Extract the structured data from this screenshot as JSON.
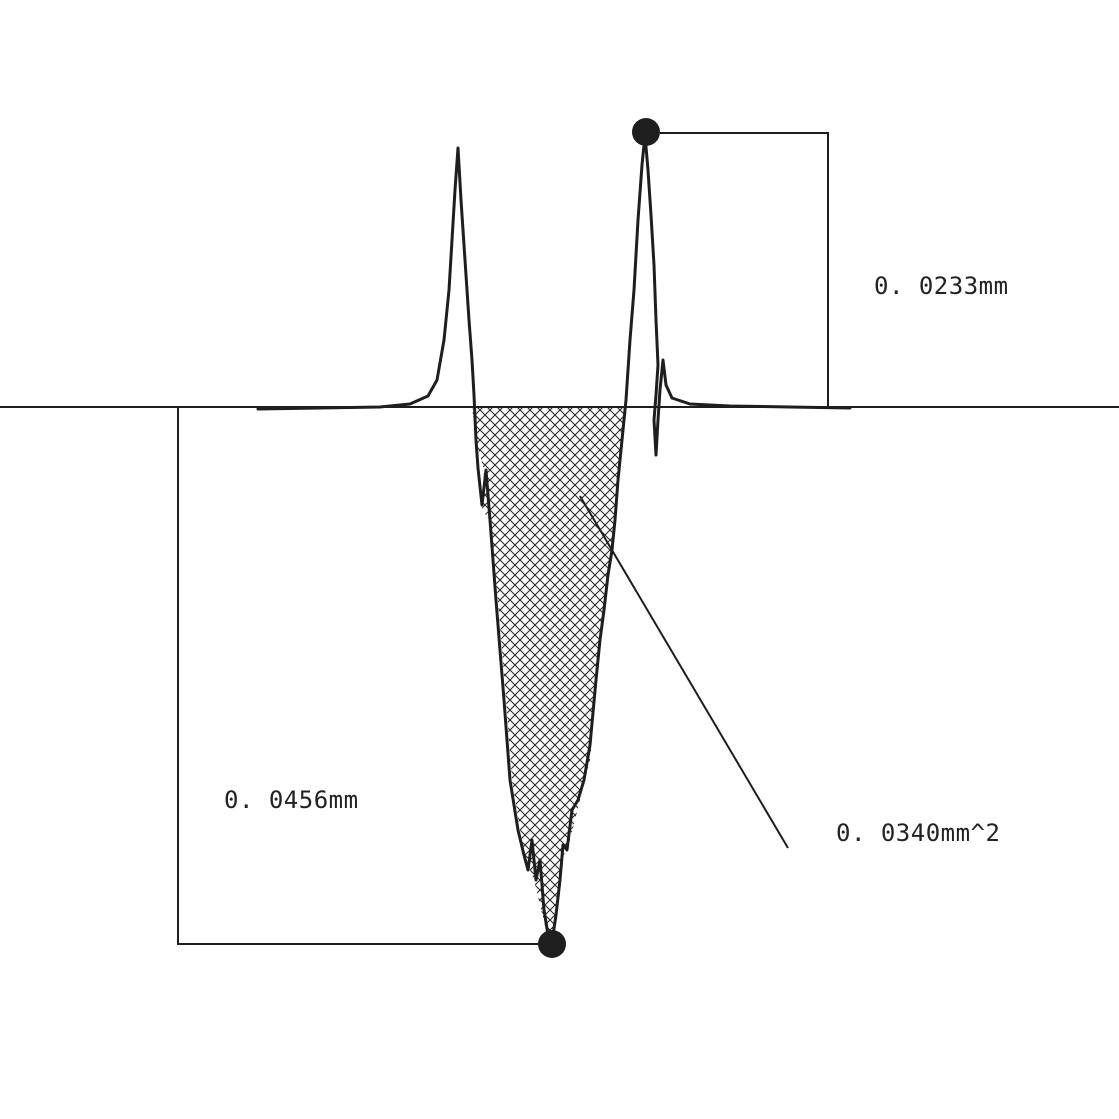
{
  "annotations": {
    "height_label": "0. 0233mm",
    "depth_label": "0. 0456mm",
    "area_label": "0. 0340mm^2"
  },
  "colors": {
    "line": "#1e1e1e",
    "hatch": "#2a2a2a",
    "background": "#ffffff"
  }
}
